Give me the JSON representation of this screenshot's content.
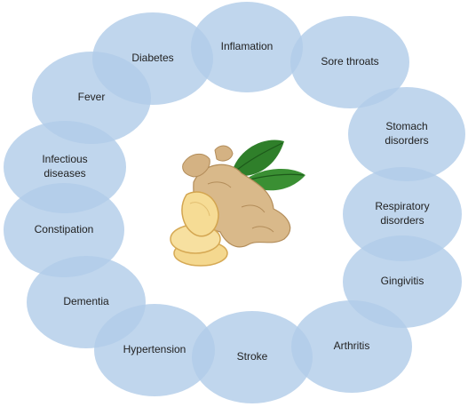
{
  "center_image": "ginger-root",
  "colors": {
    "bubble_fill": "#b0cce8",
    "text": "#222222"
  },
  "conditions": [
    "Inflamation",
    "Sore throats",
    "Stomach\ndisorders",
    "Respiratory\ndisorders",
    "Gingivitis",
    "Arthritis",
    "Stroke",
    "Hypertension",
    "Dementia",
    "Constipation",
    "Infectious\ndiseases",
    "Fever",
    "Diabetes"
  ]
}
